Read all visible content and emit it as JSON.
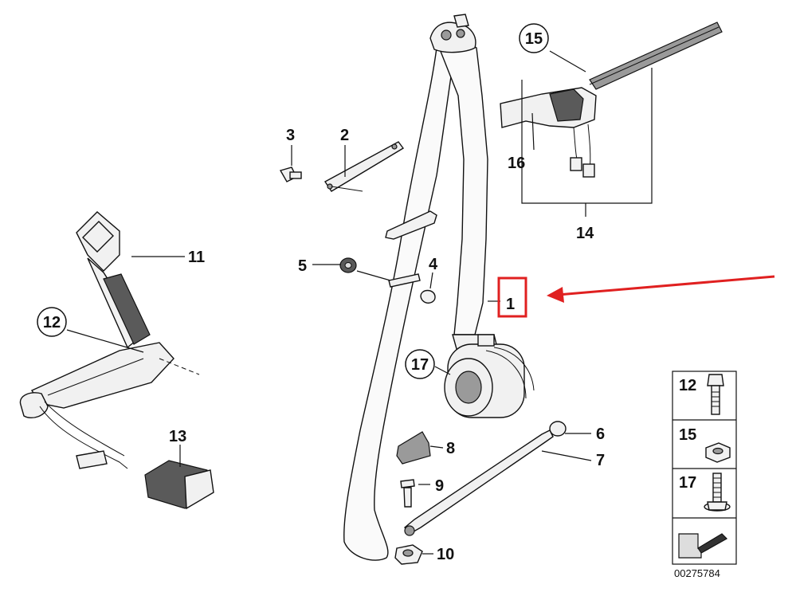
{
  "labels": {
    "p1": "1",
    "p2": "2",
    "p3": "3",
    "p4": "4",
    "p5": "5",
    "p6": "6",
    "p7": "7",
    "p8": "8",
    "p9": "9",
    "p10": "10",
    "p11": "11",
    "p12": "12",
    "p13": "13",
    "p14": "14",
    "p15": "15",
    "p16": "16",
    "p17": "17"
  },
  "legend": {
    "row1": "12",
    "row2": "15",
    "row3": "17"
  },
  "diagram_code": "00275784",
  "colors": {
    "highlight": "#e02020",
    "ink": "#111111"
  }
}
